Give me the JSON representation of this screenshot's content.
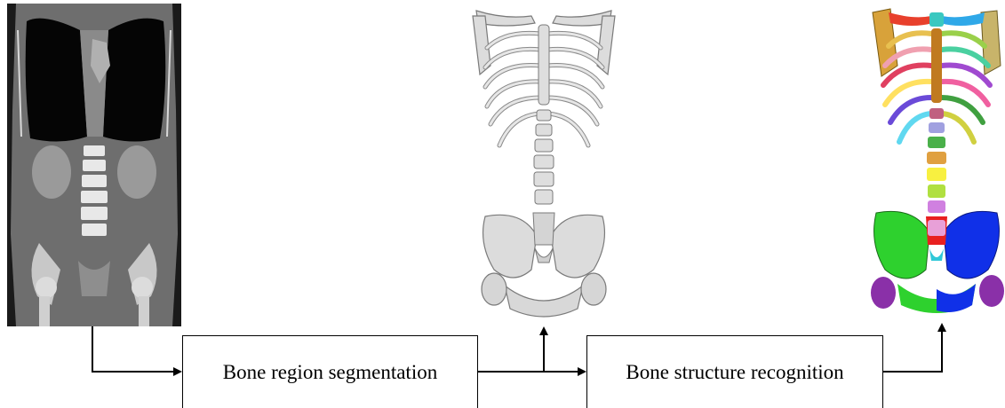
{
  "pipeline": {
    "step1_label": "Bone region segmentation",
    "step2_label": "Bone structure recognition"
  },
  "images": {
    "input": "ct-coronal-slice",
    "segmentation_result": "segmented-skeleton-3d-render",
    "recognition_result": "labeled-skeleton-3d-render"
  }
}
